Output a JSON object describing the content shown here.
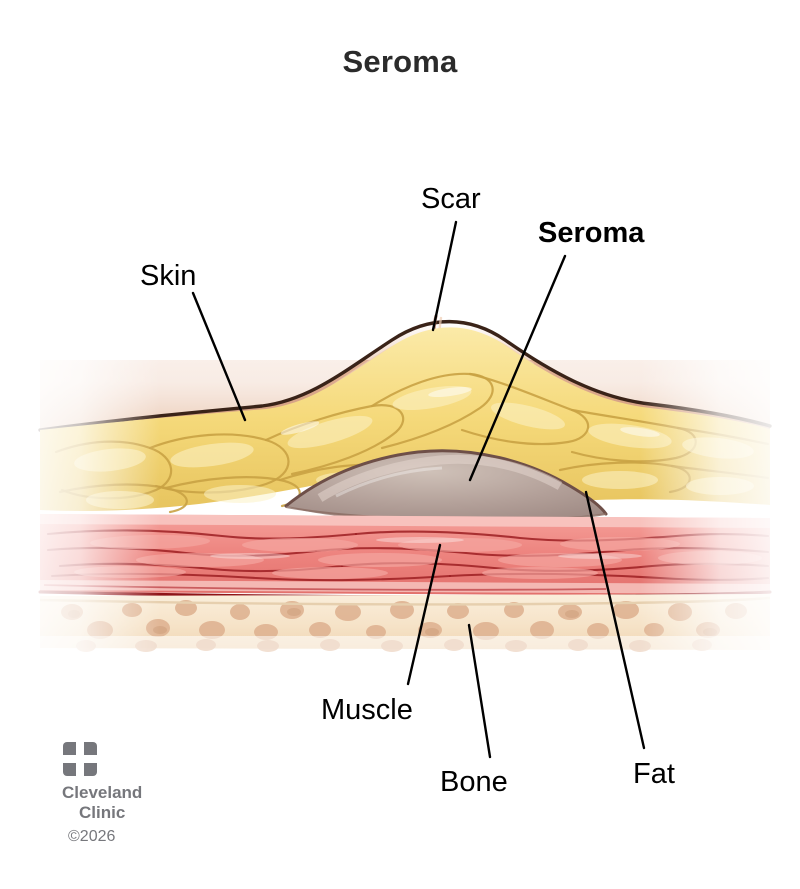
{
  "page": {
    "title": "Seroma",
    "title_color": "#2b2b2b",
    "background": "#ffffff"
  },
  "illustration": {
    "description": "Cross-section of skin, fat, muscle and bone showing a seroma fluid pocket beneath a healed surgical scar",
    "layers": [
      {
        "name": "skin",
        "label": "Skin",
        "color": "#d9a588",
        "border_color": "#3a2318"
      },
      {
        "name": "fat",
        "label": "Fat",
        "color": "#f5d97a",
        "outline_color": "#c9a244"
      },
      {
        "name": "seroma",
        "label": "Seroma",
        "color": "#b8a49c",
        "border_color": "#6e4f48"
      },
      {
        "name": "muscle",
        "label": "Muscle",
        "color": "#ef8a86",
        "fiber_color": "#9c1f22"
      },
      {
        "name": "bone",
        "label": "Bone",
        "color": "#f6e3c8",
        "trabecula_color": "#dfb392"
      }
    ],
    "scar": {
      "label": "Scar",
      "color": "#a8705a"
    }
  },
  "labels": {
    "skin": {
      "text": "Skin",
      "bold": false
    },
    "scar": {
      "text": "Scar",
      "bold": false
    },
    "seroma": {
      "text": "Seroma",
      "bold": true
    },
    "muscle": {
      "text": "Muscle",
      "bold": false
    },
    "bone": {
      "text": "Bone",
      "bold": false
    },
    "fat": {
      "text": "Fat",
      "bold": false
    }
  },
  "footer": {
    "brand_line1": "Cleveland",
    "brand_line2": "Clinic",
    "copyright": "©2026",
    "logo_color": "#76777c"
  }
}
